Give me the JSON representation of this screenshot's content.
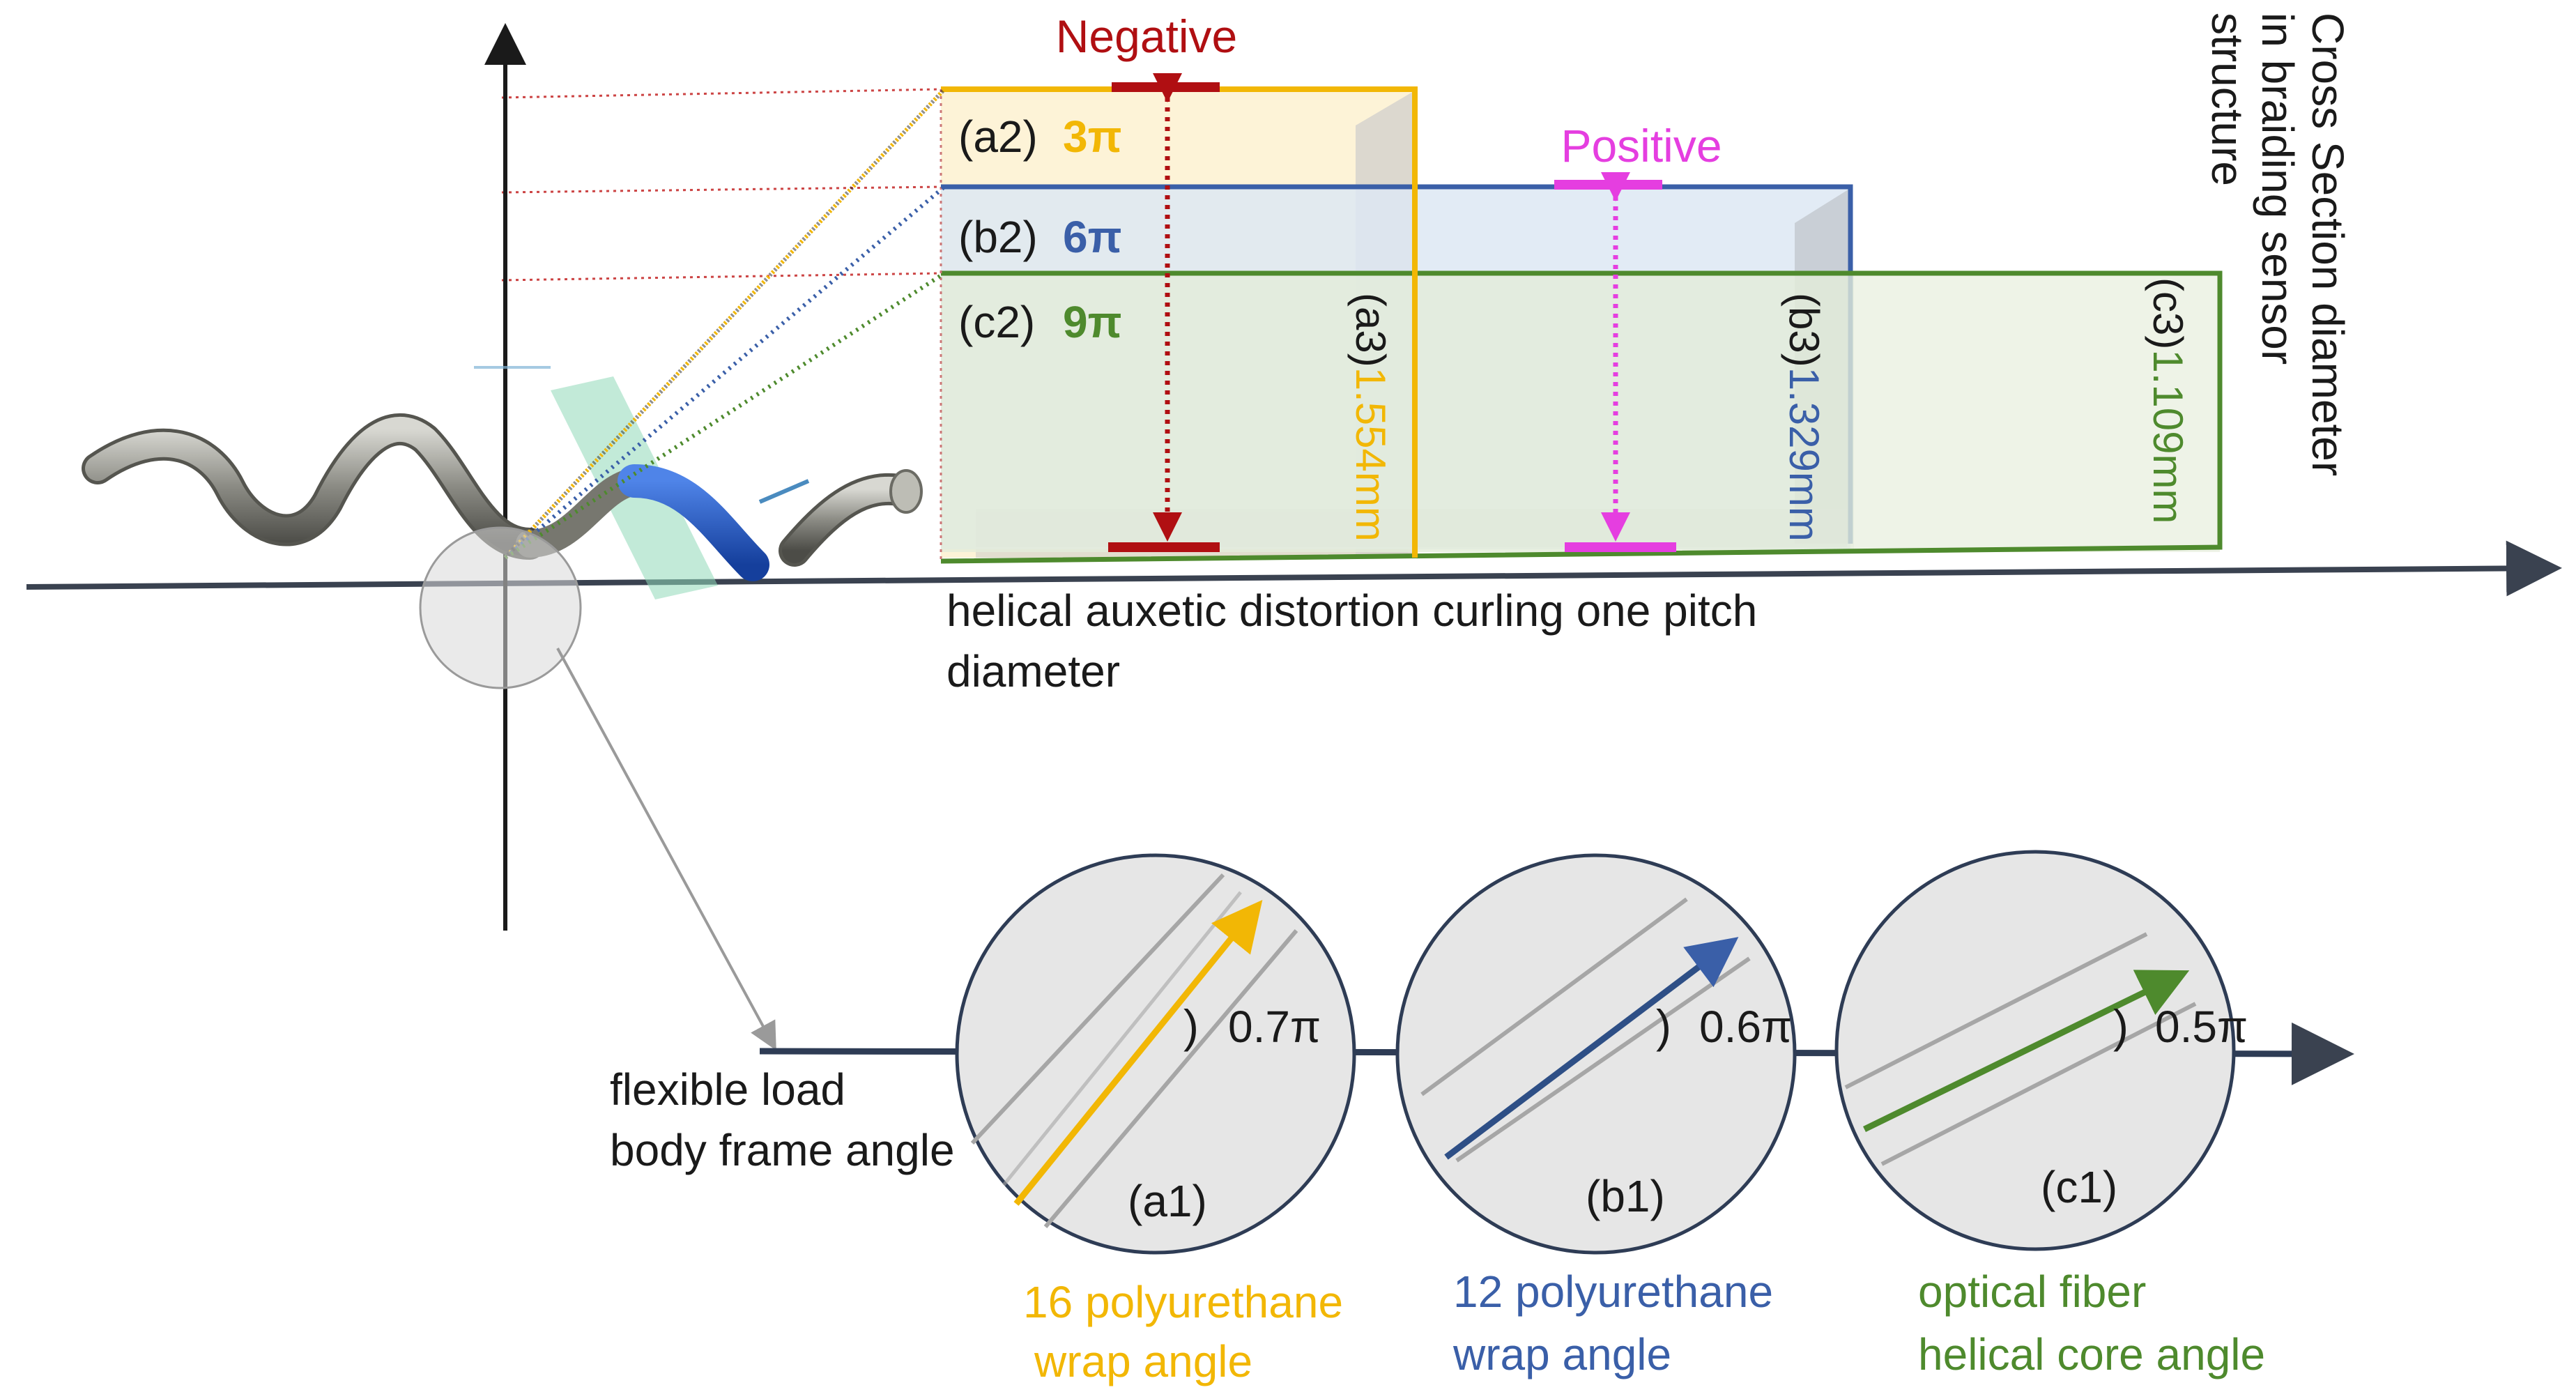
{
  "colors": {
    "yellow": "#f2b705",
    "blue": "#3a5fa8",
    "green": "#4e8a2d",
    "red": "#b00f12",
    "magenta": "#e53ee0",
    "axis": "#3a4250",
    "dark": "#1a1a1a"
  },
  "labels": {
    "negative": "Negative",
    "positive": "Positive",
    "a2": "(a2)",
    "a2_value": "3π",
    "b2": "(b2)",
    "b2_value": "6π",
    "c2": "(c2)",
    "c2_value": "9π",
    "a3": "(a3)",
    "a3_value": "1.554mm",
    "b3": "(b3)",
    "b3_value": "1.329mm",
    "c3": "(c3)",
    "c3_value": "1.109mm",
    "cross_section_1": "Cross Section diameter",
    "cross_section_2": "in braiding sensor",
    "cross_section_3": "structure",
    "distortion_1": "helical auxetic distortion curling one pitch",
    "distortion_2": "diameter",
    "flexible_1": "flexible load",
    "flexible_2": "body frame angle",
    "angle_a": "0.7π",
    "angle_b": "0.6π",
    "angle_c": "0.5π",
    "paren": ")",
    "a1": "(a1)",
    "b1": "(b1)",
    "c1": "(c1)",
    "cap_a1": "16 polyurethane",
    "cap_a2": "wrap angle",
    "cap_b1": "12 polyurethane",
    "cap_b2": "wrap angle",
    "cap_c1": "optical fiber",
    "cap_c2": "helical core angle"
  }
}
